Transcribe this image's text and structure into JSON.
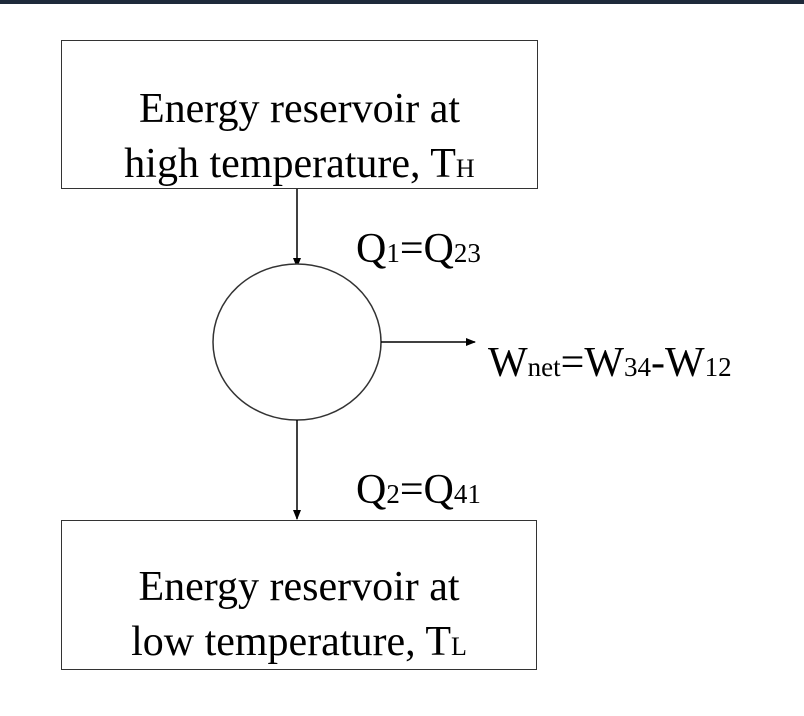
{
  "hot_reservoir": {
    "line1": "Energy reservoir at",
    "line2_main": "high temperature, T",
    "line2_sub": "H"
  },
  "cold_reservoir": {
    "line1": "Energy reservoir at",
    "line2_main": "low temperature, T",
    "line2_sub": "L"
  },
  "heat_in": {
    "q": "Q",
    "q_sub": "1",
    "eq": "=Q",
    "eq_sub": "23"
  },
  "heat_out": {
    "q": "Q",
    "q_sub": "2",
    "eq": "=Q",
    "eq_sub": "41"
  },
  "net_work": {
    "w": "W",
    "w_sub": "net",
    "eq": "=W",
    "eq_sub": "34",
    "minus": "-W",
    "minus_sub": "12"
  }
}
